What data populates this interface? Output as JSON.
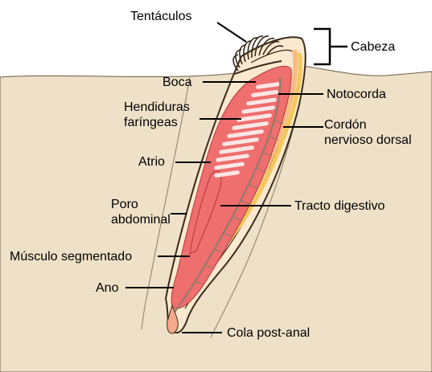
{
  "labels": {
    "tentaculos": "Tentáculos",
    "cabeza": "Cabeza",
    "boca": "Boca",
    "notocorda": "Notocorda",
    "hendiduras_1": "Hendiduras",
    "hendiduras_2": "faríngeas",
    "cordon_1": "Cordón",
    "cordon_2": "nervioso dorsal",
    "atrio": "Atrio",
    "poro_1": "Poro",
    "poro_2": "abdominal",
    "tracto": "Tracto digestivo",
    "musculo": "Músculo segmentado",
    "ano": "Ano",
    "cola": "Cola post-anal"
  },
  "colors": {
    "sediment": "#eee1c8",
    "water": "#ffffff",
    "body_fill": "#fae8cf",
    "body_outline": "#3a2a1a",
    "pharynx": "#ef6e6e",
    "slits": "#fbe6e6",
    "notochord": "#f8bc84",
    "nerve_cord": "#f3c85a",
    "gut_line": "#8c7b6a"
  }
}
